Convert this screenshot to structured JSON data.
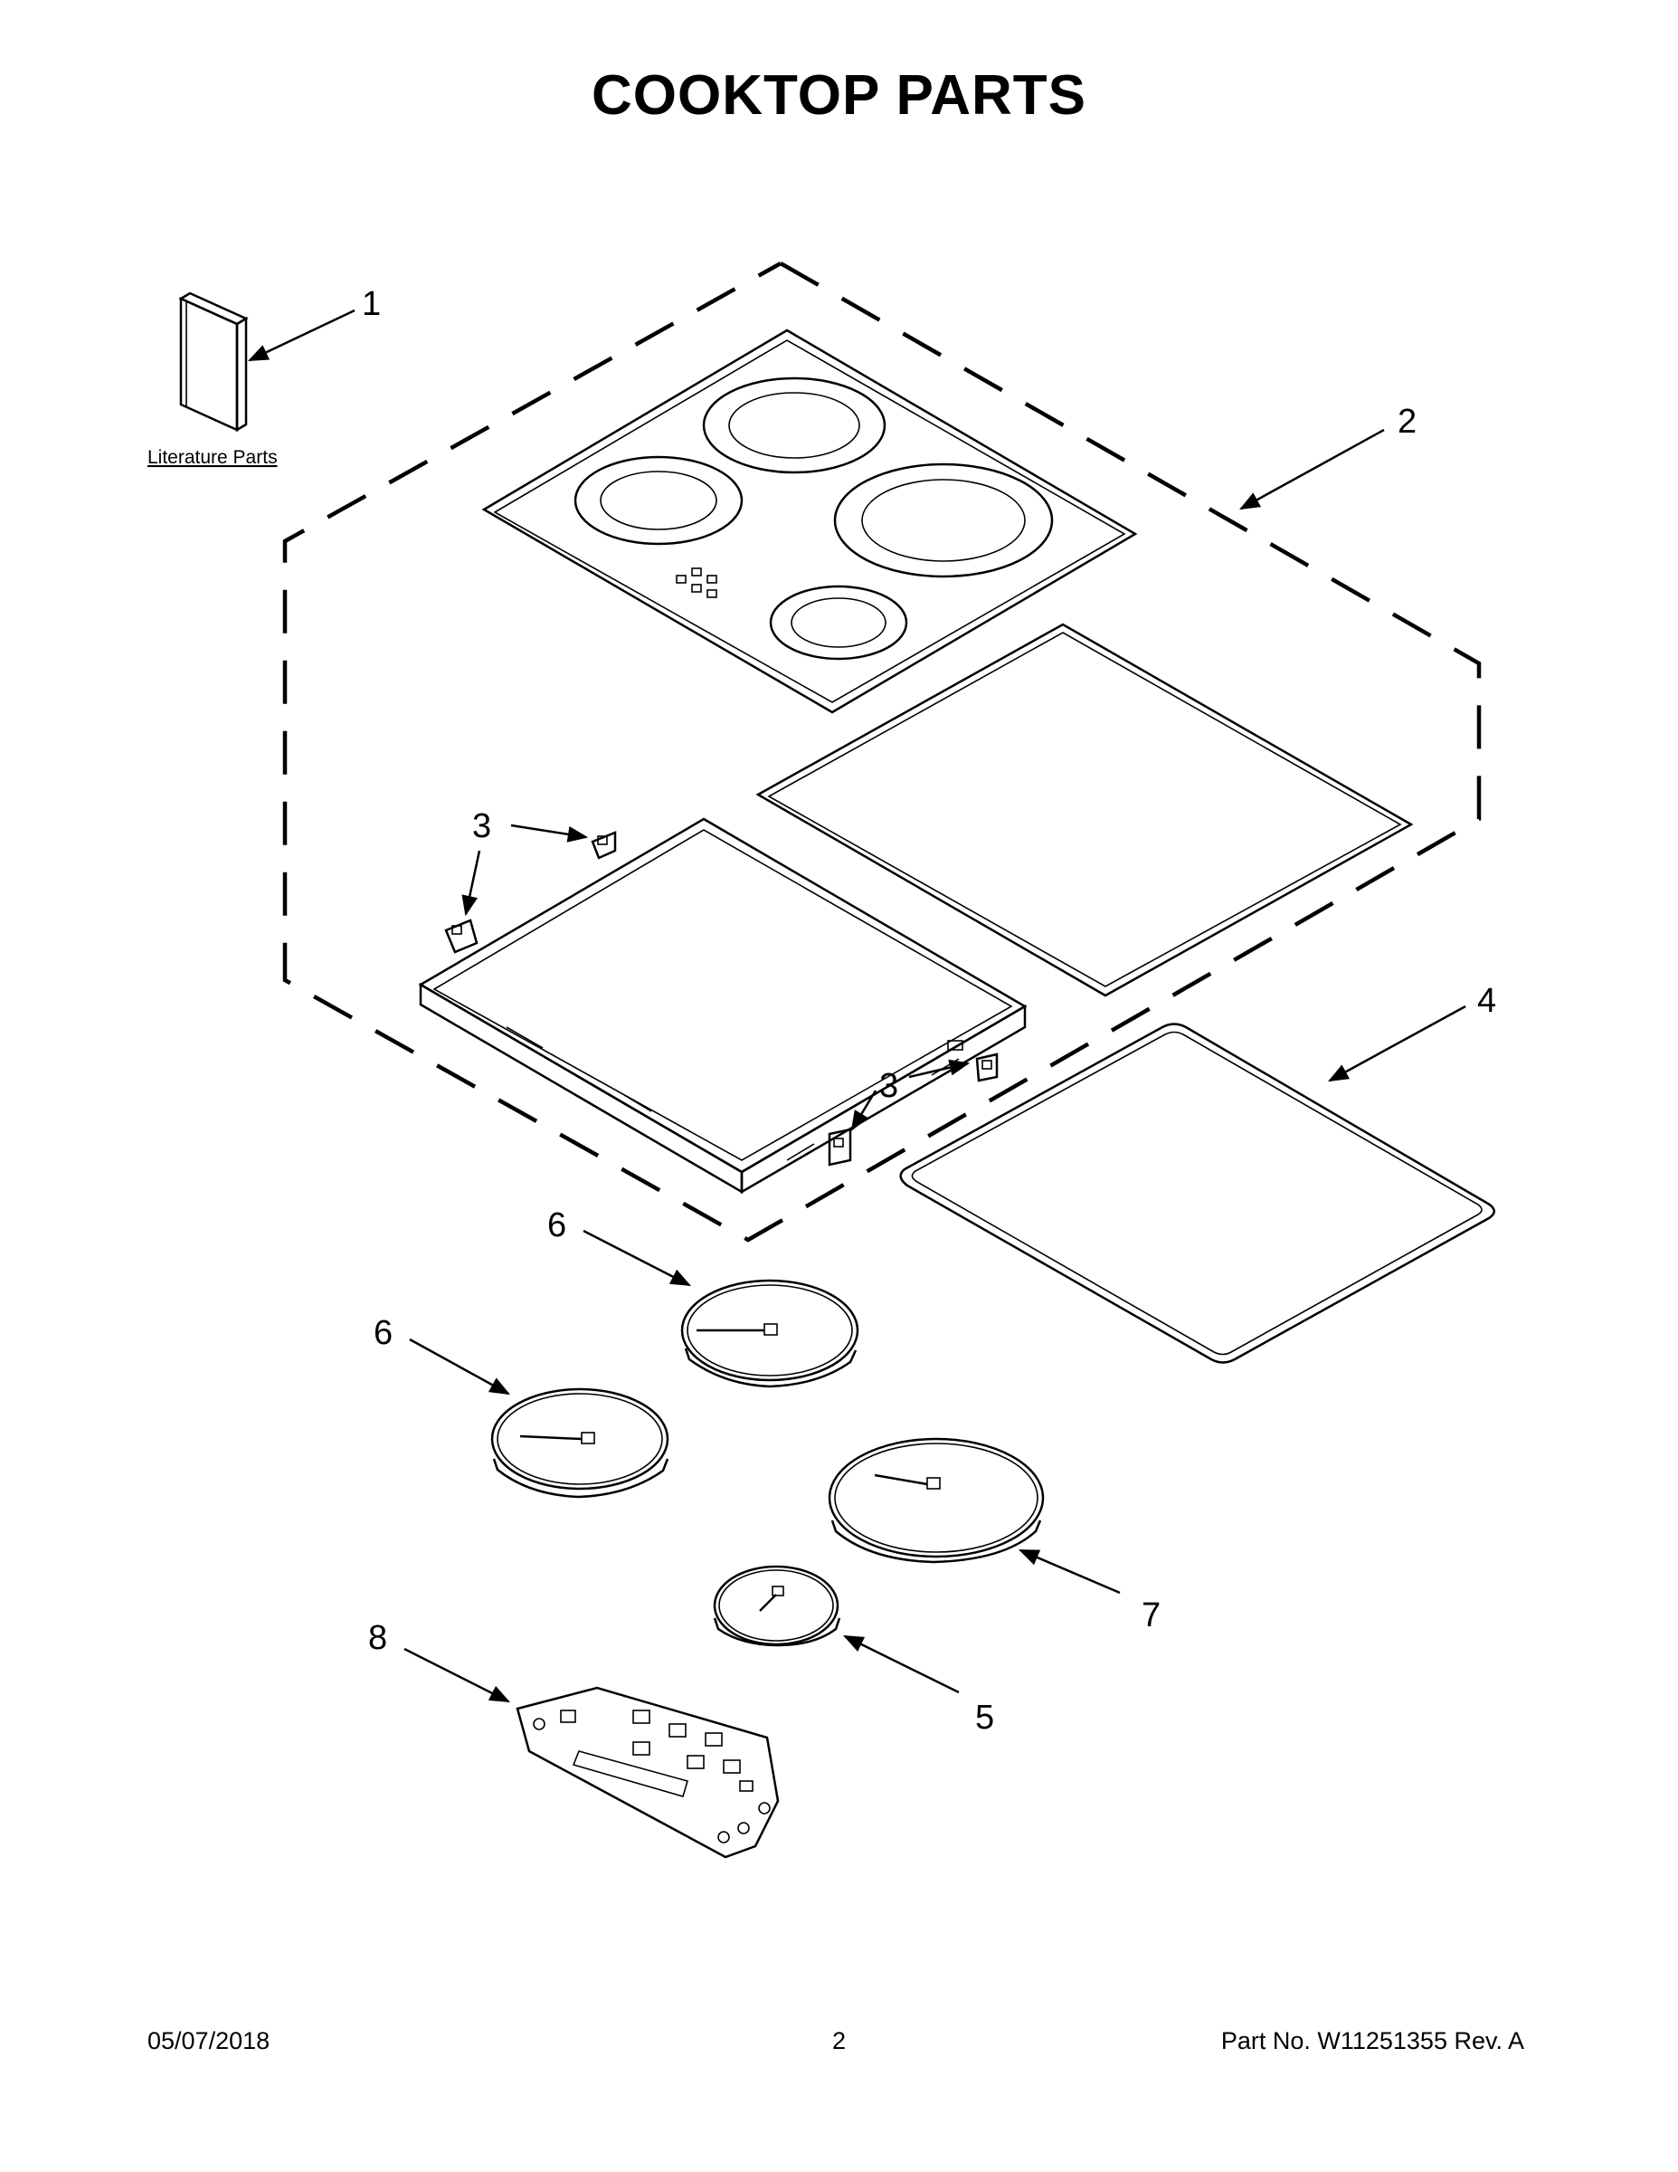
{
  "title": "COOKTOP PARTS",
  "literature_label": "Literature Parts",
  "callouts": {
    "c1": "1",
    "c2": "2",
    "c3a": "3",
    "c3b": "3",
    "c4": "4",
    "c5": "5",
    "c6a": "6",
    "c6b": "6",
    "c7": "7",
    "c8": "8"
  },
  "footer": {
    "date": "05/07/2018",
    "page": "2",
    "part_no": "Part No.  W11251355  Rev.  A"
  }
}
